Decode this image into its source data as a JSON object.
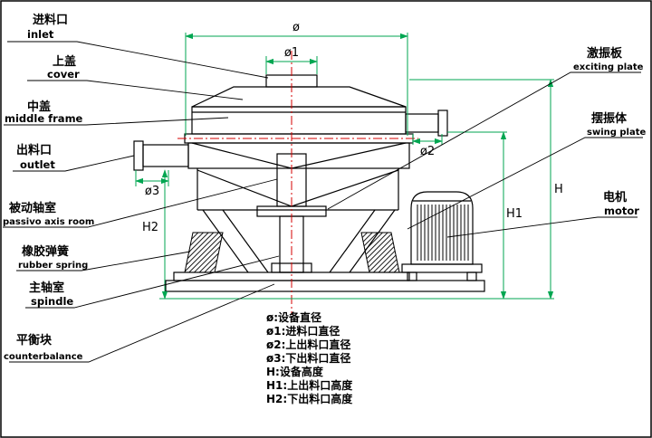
{
  "parts_left": [
    {
      "cn": "进料口",
      "en": "inlet"
    },
    {
      "cn": "上盖",
      "en": "cover"
    },
    {
      "cn": "中盖",
      "en": "middle frame"
    },
    {
      "cn": "出料口",
      "en": "outlet"
    },
    {
      "cn": "被动轴室",
      "en": "passivo axis room"
    },
    {
      "cn": "橡胶弹簧",
      "en": "rubber spring"
    },
    {
      "cn": "主轴室",
      "en": "spindle"
    },
    {
      "cn": "平衡块",
      "en": "counterbalance"
    }
  ],
  "parts_right": [
    {
      "cn": "激振板",
      "en": "exciting plate"
    },
    {
      "cn": "摆振体",
      "en": "swing plate"
    },
    {
      "cn": "电机",
      "en": "motor"
    }
  ],
  "dims": {
    "phi": "ø",
    "phi1": "ø1",
    "phi2": "ø2",
    "phi3": "ø3",
    "h": "H",
    "h1": "H1",
    "h2": "H2"
  },
  "legend": [
    "ø:设备直径",
    "ø1:进料口直径",
    "ø2:上出料口直径",
    "ø3:下出料口直径",
    "H:设备高度",
    "H1:上出料口高度",
    "H2:下出料口高度"
  ],
  "colors": {
    "dimension_line": "#00a651",
    "center_line": "#d40000",
    "drawing_line": "#000000"
  }
}
